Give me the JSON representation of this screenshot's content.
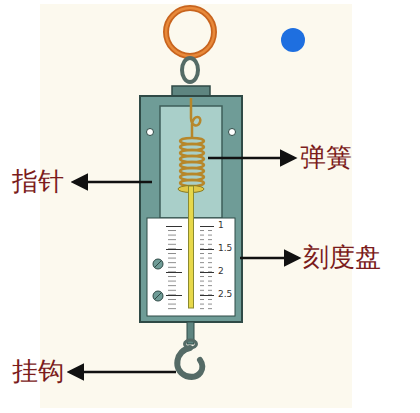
{
  "diagram": {
    "labels": [
      "指针",
      "弹簧",
      "刻度盘",
      "挂钩",
      "1",
      "1.5",
      "2",
      "2.5"
    ]
  }
}
